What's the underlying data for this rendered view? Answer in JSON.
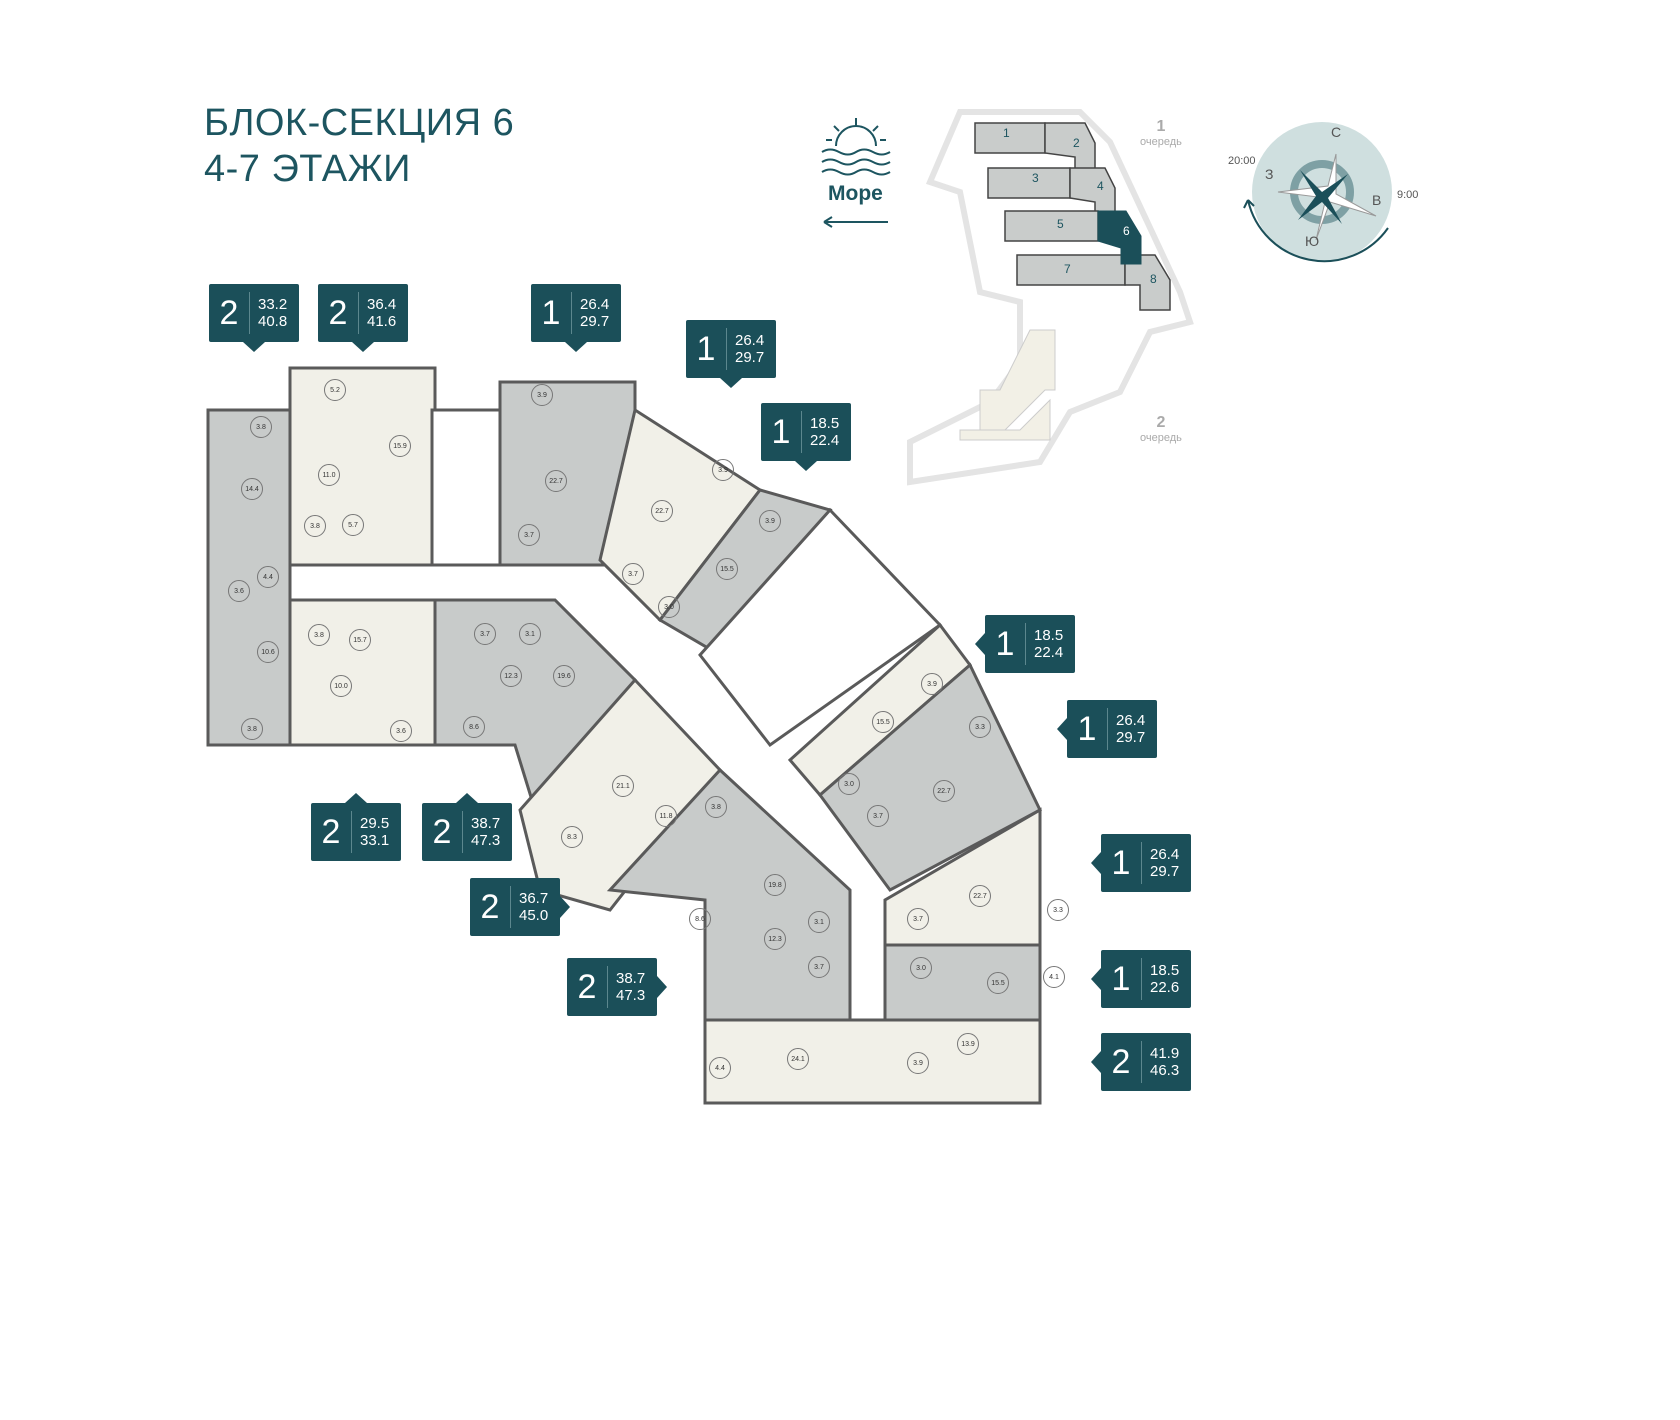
{
  "title": {
    "line1": "БЛОК-СЕКЦИЯ 6",
    "line2": "4-7 ЭТАЖИ"
  },
  "sea": {
    "label": "Море",
    "icon": "sunrise-waves-icon"
  },
  "site_map": {
    "blocks": [
      "1",
      "2",
      "3",
      "4",
      "5",
      "6",
      "7",
      "8"
    ],
    "highlighted": "6",
    "phase1": {
      "num": "1",
      "label": "очередь"
    },
    "phase2": {
      "num": "2",
      "label": "очередь"
    }
  },
  "compass": {
    "n": "С",
    "s": "Ю",
    "w": "З",
    "e": "В",
    "sunset": "20:00",
    "sunrise": "9:00"
  },
  "colors": {
    "accent": "#1b4f59",
    "room_gray": "#c8cbca",
    "room_beige": "#f1f0e8"
  },
  "apartments": [
    {
      "rooms": "2",
      "a1": "33.2",
      "a2": "40.8"
    },
    {
      "rooms": "2",
      "a1": "36.4",
      "a2": "41.6"
    },
    {
      "rooms": "1",
      "a1": "26.4",
      "a2": "29.7"
    },
    {
      "rooms": "1",
      "a1": "26.4",
      "a2": "29.7"
    },
    {
      "rooms": "1",
      "a1": "18.5",
      "a2": "22.4"
    },
    {
      "rooms": "1",
      "a1": "18.5",
      "a2": "22.4"
    },
    {
      "rooms": "1",
      "a1": "26.4",
      "a2": "29.7"
    },
    {
      "rooms": "1",
      "a1": "26.4",
      "a2": "29.7"
    },
    {
      "rooms": "1",
      "a1": "18.5",
      "a2": "22.6"
    },
    {
      "rooms": "2",
      "a1": "41.9",
      "a2": "46.3"
    },
    {
      "rooms": "2",
      "a1": "29.5",
      "a2": "33.1"
    },
    {
      "rooms": "2",
      "a1": "38.7",
      "a2": "47.3"
    },
    {
      "rooms": "2",
      "a1": "36.7",
      "a2": "45.0"
    },
    {
      "rooms": "2",
      "a1": "38.7",
      "a2": "47.3"
    }
  ],
  "room_areas": [
    "5.2",
    "15.9",
    "3.8",
    "11.0",
    "14.4",
    "3.8",
    "5.7",
    "4.4",
    "3.6",
    "10.6",
    "3.8",
    "15.7",
    "10.0",
    "3.8",
    "3.6",
    "3.7",
    "3.1",
    "12.3",
    "19.6",
    "8.6",
    "3.9",
    "22.7",
    "3.7",
    "3.9",
    "22.7",
    "3.7",
    "3.0",
    "15.5",
    "3.9",
    "21.1",
    "11.8",
    "3.8",
    "8.3",
    "19.8",
    "8.6",
    "3.1",
    "12.3",
    "3.7",
    "3.9",
    "15.5",
    "3.3",
    "3.0",
    "3.7",
    "22.7",
    "22.7",
    "3.3",
    "3.7",
    "3.0",
    "15.5",
    "4.1",
    "24.1",
    "4.4",
    "3.9",
    "13.9"
  ]
}
